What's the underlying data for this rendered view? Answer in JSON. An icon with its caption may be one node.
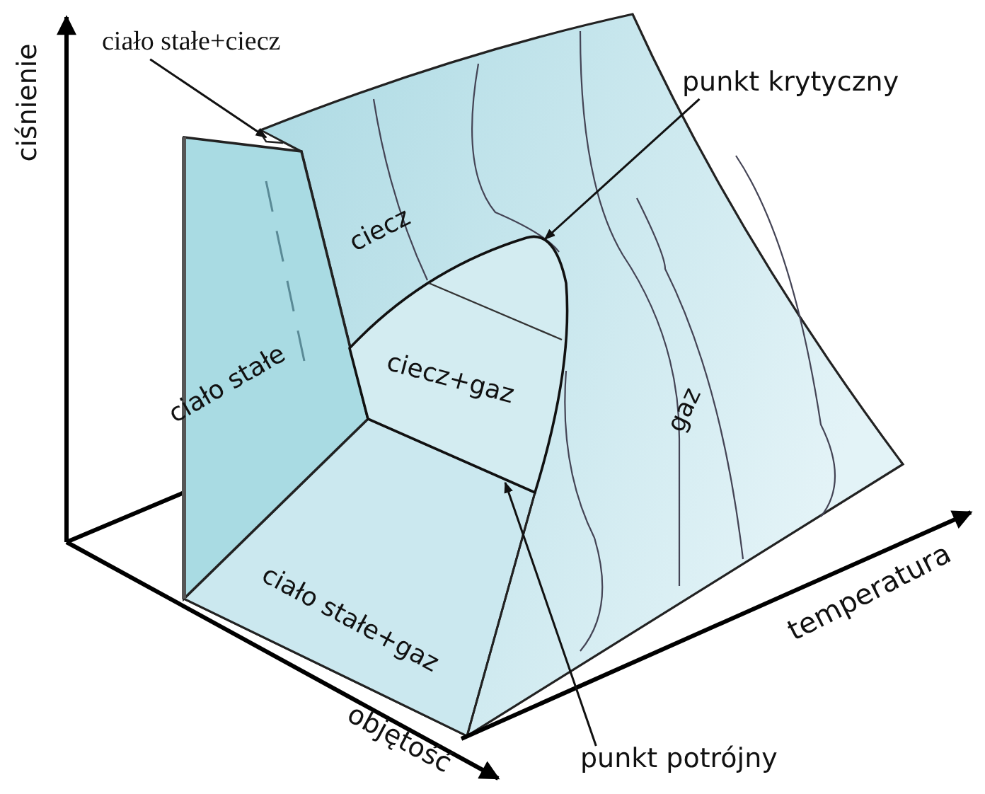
{
  "diagram": {
    "nodes": [
      {
        "text": [
          "ciało stałe+ciecz"
        ]
      },
      {
        "text": [
          "punkt krytyczny"
        ]
      },
      {
        "text": [
          "punkt potrójny"
        ]
      },
      {
        "text": [
          "ciecz+gaz"
        ]
      }
    ],
    "edges": [
      {
        "from": 0,
        "to": null,
        "arrow": "to"
      },
      {
        "from": 1,
        "to": 3,
        "arrow": "to"
      },
      {
        "from": 2,
        "to": 3,
        "arrow": "to"
      }
    ],
    "labels": [
      "ciśnienie",
      "ciecz",
      "ciało stałe",
      "gaz",
      "ciało stałe+gaz",
      "temperatura",
      "objętość"
    ]
  }
}
